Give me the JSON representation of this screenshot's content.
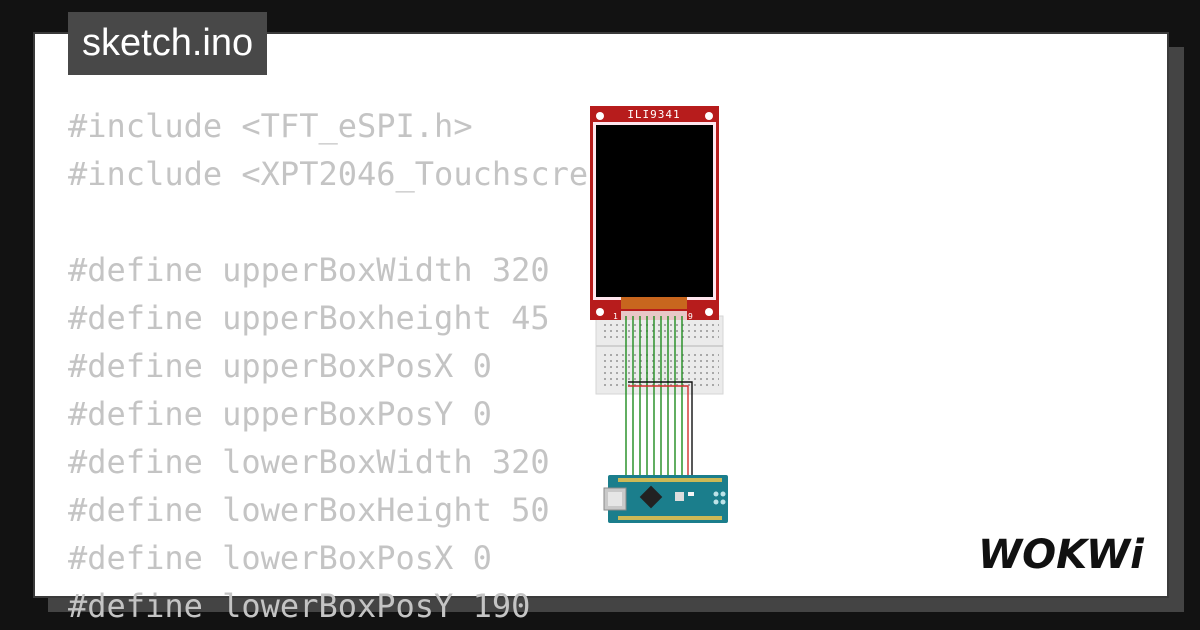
{
  "tab": {
    "title": "sketch.ino"
  },
  "code": {
    "lines": [
      "#include <TFT_eSPI.h>",
      "#include <XPT2046_Touchscreen.h>",
      "",
      "#define upperBoxWidth 320",
      "#define upperBoxheight 45",
      "#define upperBoxPosX 0",
      "#define upperBoxPosY 0",
      "#define lowerBoxWidth 320",
      "#define lowerBoxHeight 50",
      "#define lowerBoxPosX 0",
      "#define lowerBoxPosY 190"
    ]
  },
  "circuit": {
    "display_label": "ILI9341",
    "display_pin_first": "1",
    "display_pin_last": "9",
    "colors": {
      "display_board": "#b71c1c",
      "screen": "#000000",
      "breadboard": "#ebebeb",
      "arduino": "#1b7e8c",
      "signal_wire": "#1e8c1e",
      "power_wire": "#d32f2f",
      "ground_wire": "#111111"
    }
  },
  "brand": {
    "logo": "WOKWi"
  },
  "theme": {
    "background": "#121212",
    "tab_bg": "#484848",
    "code_color": "#c4c4c4"
  }
}
